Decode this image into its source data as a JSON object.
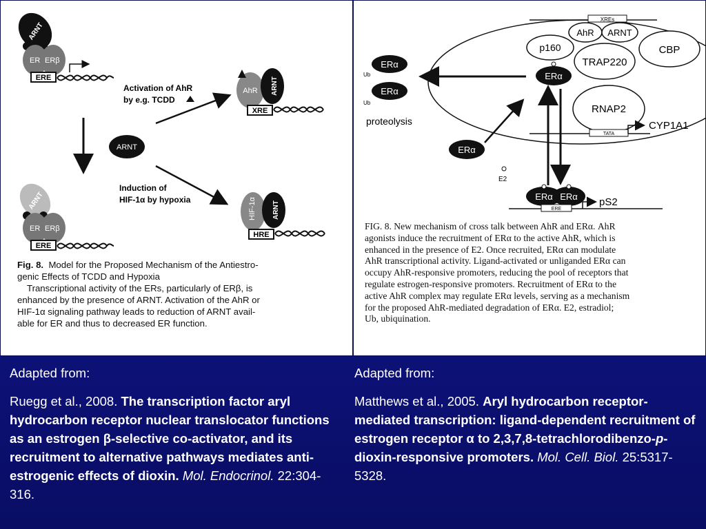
{
  "left_figure": {
    "labels": {
      "arnt": "ARNT",
      "er_alpha": "ER",
      "er_beta": "ERβ",
      "ere": "ERE",
      "ahr": "AhR",
      "xre": "XRE",
      "hif": "HIF-1α",
      "hre": "HRE"
    },
    "activation_text": [
      "Activation of AhR",
      "by e.g. TCDD"
    ],
    "induction_text": [
      "Induction of",
      "HIF-1α by hypoxia"
    ],
    "caption": {
      "fig": "Fig. 8.",
      "title": "Model for the Proposed Mechanism of the Antiestrogenic Effects of TCDD and Hypoxia",
      "title_line1": "Model for the Proposed Mechanism of the Antiestro-",
      "title_line2": "genic Effects of TCDD and Hypoxia",
      "body_lines": [
        "Transcriptional activity of the ERs, particularly of ERβ, is",
        "enhanced by the presence of ARNT. Activation of the AhR or",
        "HIF-1α signaling pathway leads to reduction of ARNT avail-",
        "able for ER and thus to decreased ER function."
      ]
    }
  },
  "right_figure": {
    "labels": {
      "xres": "XREs",
      "ahr": "AhR",
      "arnt": "ARNT",
      "p160": "p160",
      "cbp": "CBP",
      "trap220": "TRAP220",
      "er_alpha": "ERα",
      "rnap2": "RNAP2",
      "tata": "TATA",
      "cyp1a1": "CYP1A1",
      "proteolysis": "proteolysis",
      "ub": "Ub",
      "e2": "E2",
      "ere": "ERE",
      "ps2": "pS2",
      "er_bound_a": "ERα",
      "er_bound_b": "ERα"
    },
    "caption_lines": [
      "FIG. 8. New mechanism of cross talk between AhR and ERα. AhR",
      "agonists induce the recruitment of ERα to the active AhR, which is",
      "enhanced in the presence of E2. Once recruited, ERα can modulate",
      "AhR transcriptional activity. Ligand-activated or unliganded ERα can",
      "occupy AhR-responsive promoters, reducing the pool of receptors that",
      "regulate estrogen-responsive promoters. Recruitment of ERα to the",
      "active AhR complex may regulate ERα levels, serving as a mechanism",
      "for the proposed AhR-mediated degradation of ERα. E2, estradiol;",
      "Ub, ubiquination."
    ]
  },
  "citations": {
    "left": {
      "adapted": "Adapted from:",
      "authors": "Ruegg et al., 2008.",
      "title": "The transcription factor aryl hydrocarbon receptor nuclear translocator functions as an estrogen β-selective co-activator, and its recruitment to alternative pathways mediates anti-estrogenic effects of dioxin.",
      "journal": "Mol. Endocrinol.",
      "volume": "22:304-316."
    },
    "right": {
      "adapted": "Adapted from:",
      "authors": "Matthews et al., 2005.",
      "title_part1": "Aryl hydrocarbon receptor-mediated transcription: ligand-dependent recruitment of estrogen receptor α to 2,3,7,8-tetrachlorodibenzo-",
      "title_italic": "p",
      "title_part2": "-dioxin-responsive promoters.",
      "journal": "Mol. Cell. Biol.",
      "volume": "25:5317-5328."
    }
  }
}
